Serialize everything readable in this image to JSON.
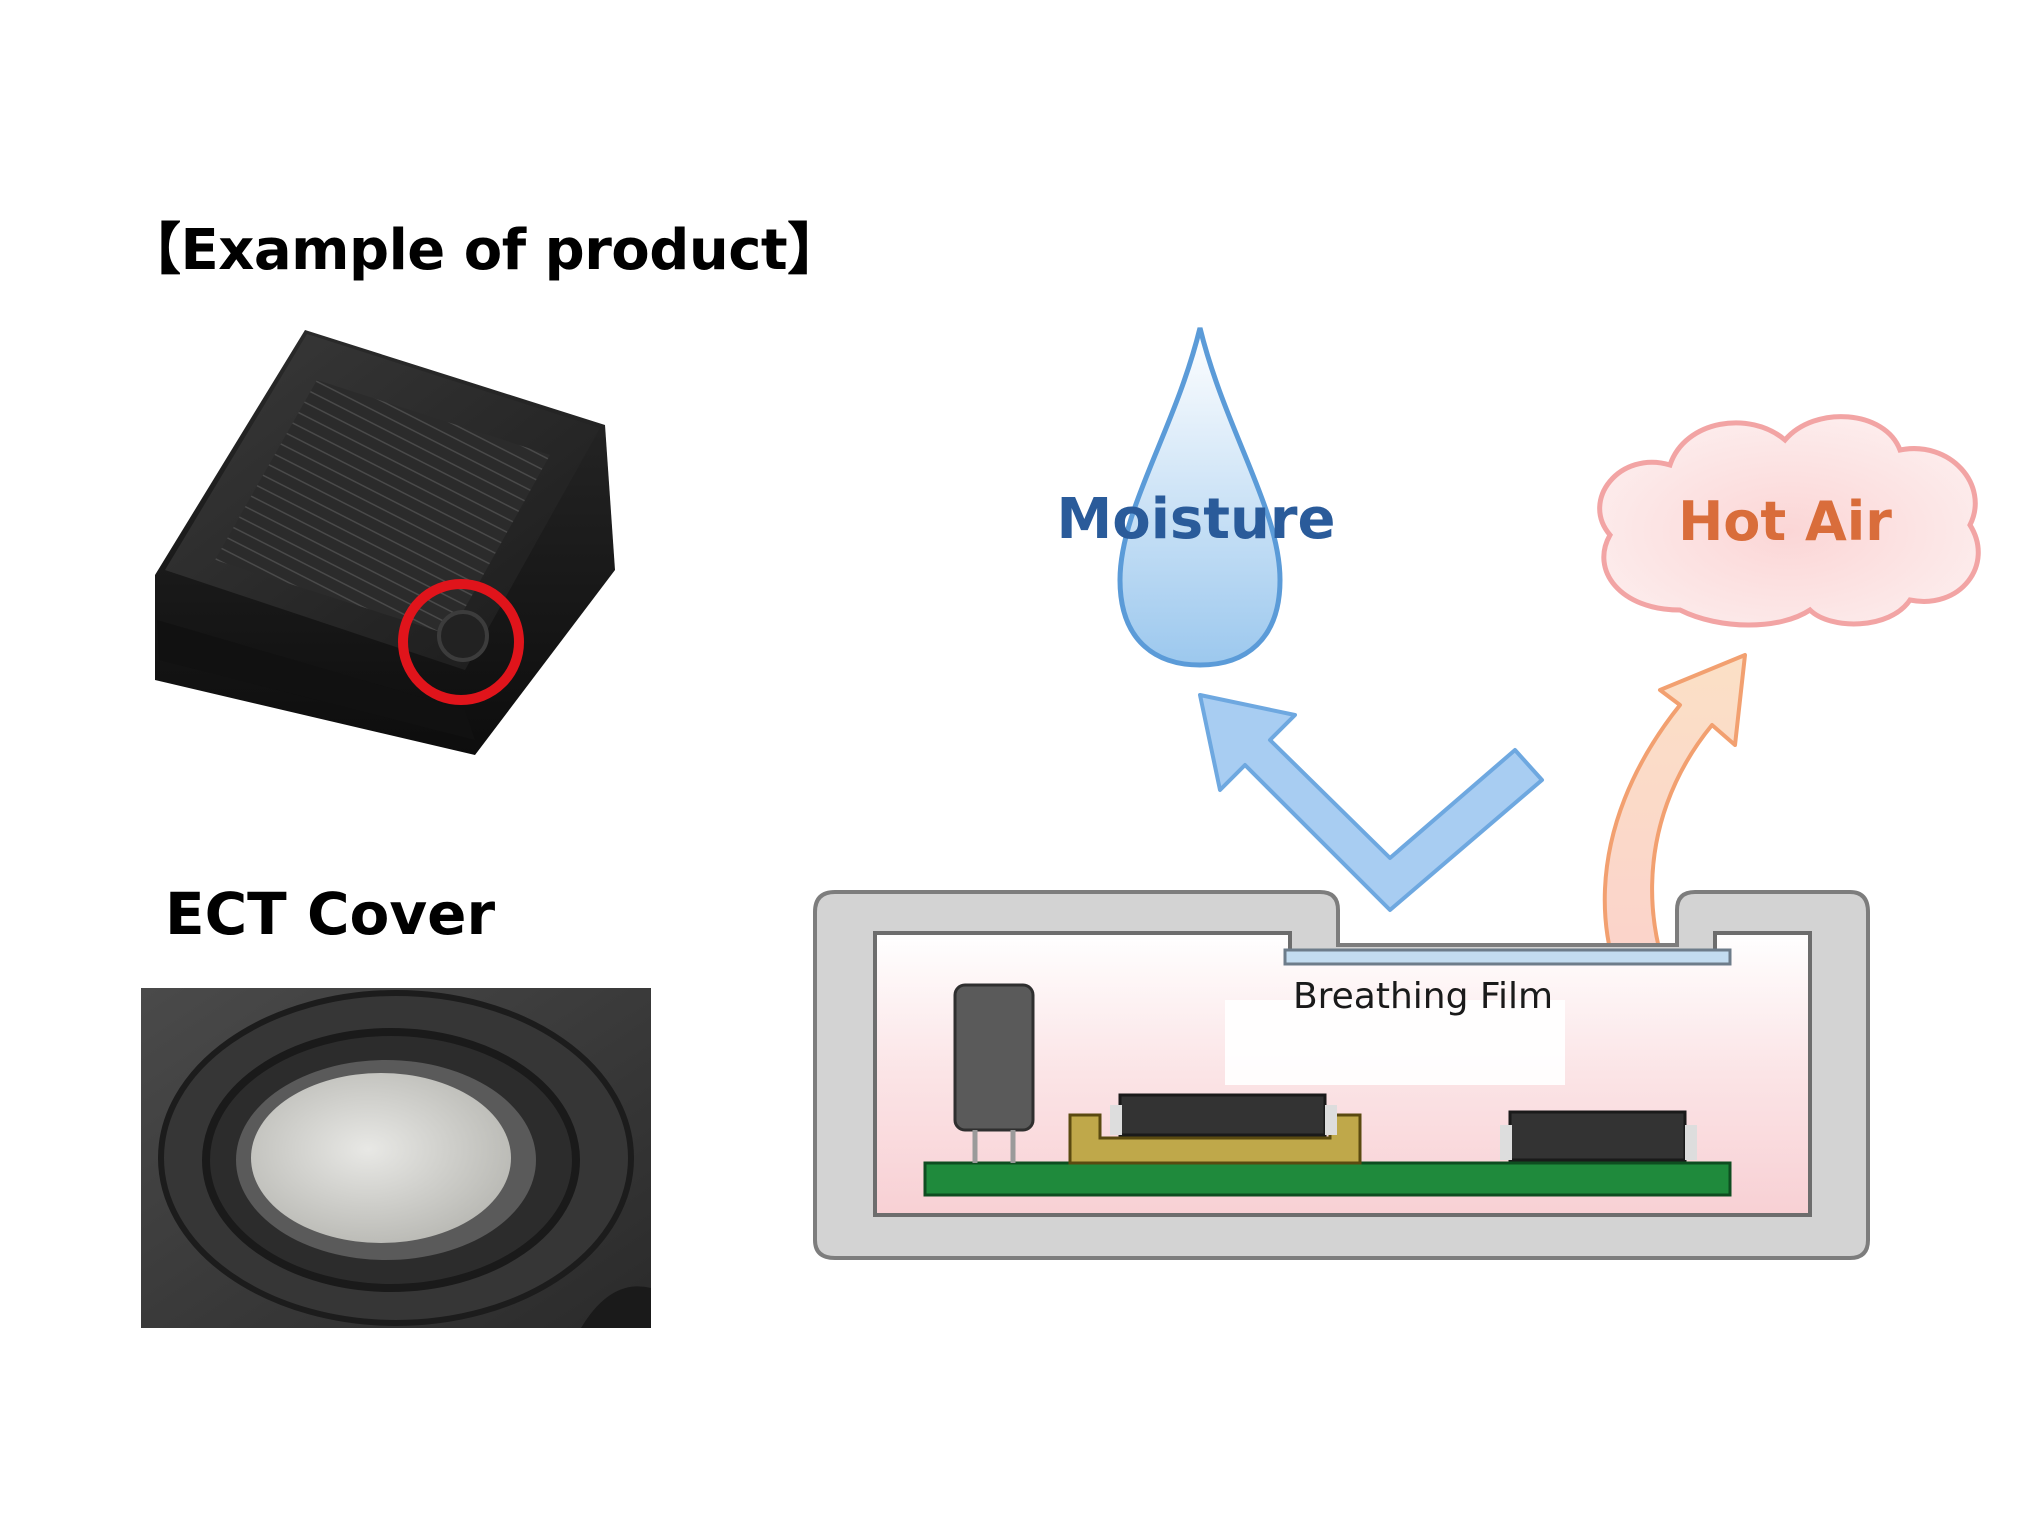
{
  "headings": {
    "product": "【Example of product】",
    "cover": "ECT Cover"
  },
  "diagram": {
    "moisture_label": "Moisture",
    "hot_air_label": "Hot Air",
    "film_label": "Breathing Film"
  },
  "colors": {
    "moisture_text": "#2a5b9a",
    "hot_air_text": "#d96d3b",
    "highlight_ring": "#e0141b",
    "circuit_board": "#1f8a3c",
    "enclosure": "#c9c9c9"
  }
}
